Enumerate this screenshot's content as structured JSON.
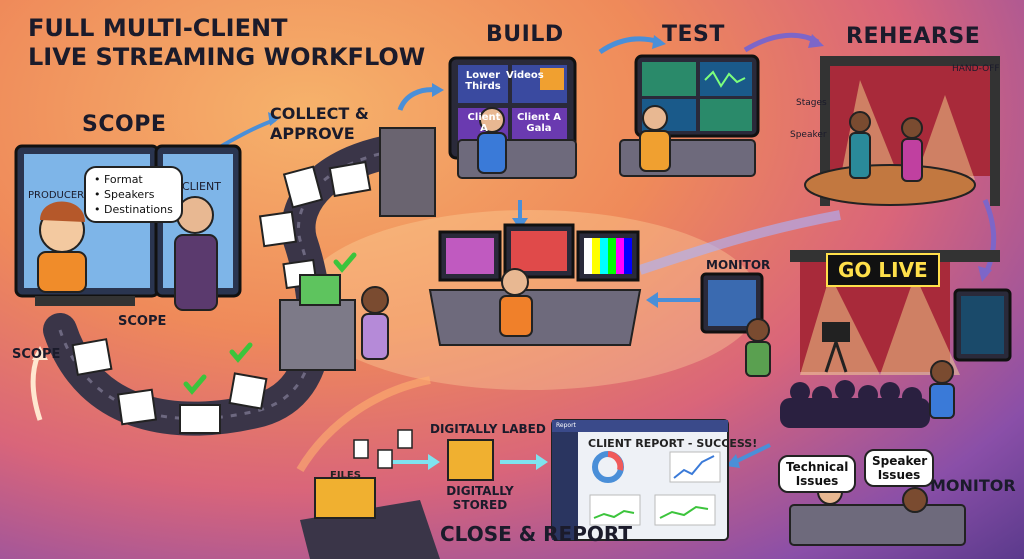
{
  "title_line1": "FULL MULTI-CLIENT",
  "title_line2": "LIVE STREAMING WORKFLOW",
  "stages": {
    "scope": "SCOPE",
    "collect": "COLLECT &",
    "approve": "APPROVE",
    "build": "BUILD",
    "test": "TEST",
    "rehearse": "REHEARSE",
    "go_live": "GO LIVE",
    "monitor_left": "MONITOR",
    "monitor_right": "MONITOR",
    "close_report": "CLOSE & REPORT"
  },
  "scope_side_labels": [
    "SCOPE",
    "SCOPE"
  ],
  "producer_label": "PRODUCER",
  "client_label": "CLIENT",
  "scope_bubble": [
    "• Format",
    "• Speakers",
    "• Destinations"
  ],
  "build_screens": [
    "Lower Thirds",
    "Videos",
    "Client A",
    "Client A Gala"
  ],
  "rehearse_labels": {
    "handoff": "HAND-OFF",
    "stages": "Stages",
    "speaker": "Speaker"
  },
  "issues": [
    "Technical Issues",
    "Speaker Issues"
  ],
  "close": {
    "digitally_labeled": "DIGITALLY LABED",
    "digitally_stored": "DIGITALLY STORED",
    "files": "FILES",
    "report_tab": "Report",
    "report_title": "CLIENT REPORT - SUCCESS!"
  },
  "colors": {
    "accent_yellow": "#ffe04a",
    "arrow_blue": "#4a8fd8",
    "arrow_cyan": "#7fe3ef",
    "check_green": "#3cc43c"
  }
}
